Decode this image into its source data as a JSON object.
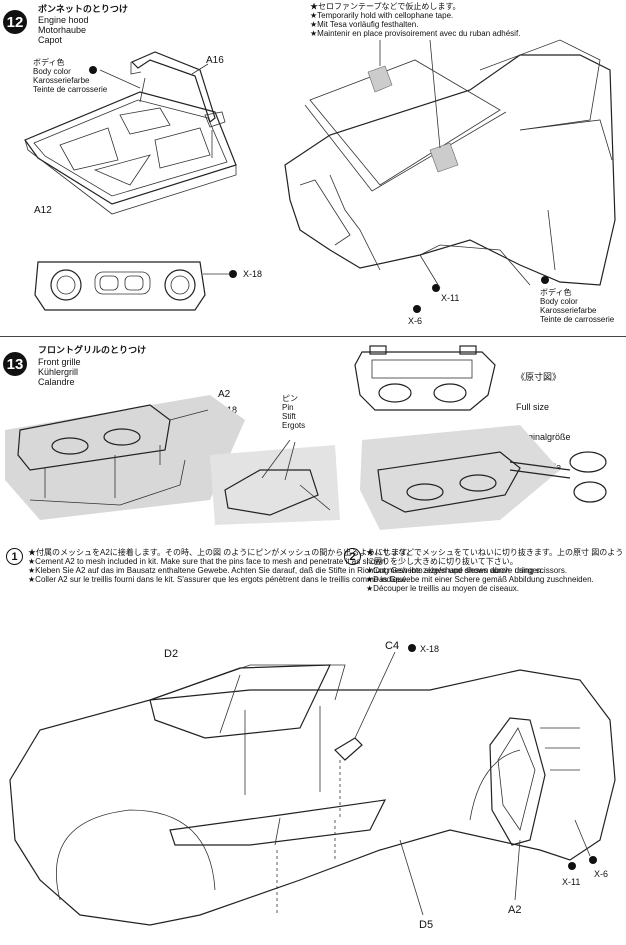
{
  "step12": {
    "number": "12",
    "title_jp": "ボンネットのとりつけ",
    "title_en": "Engine hood",
    "title_de": "Motorhaube",
    "title_fr": "Capot",
    "paint_jp": "ボディ色",
    "paint_en": "Body color",
    "paint_de": "Karosseriefarbe",
    "paint_fr": "Teinte de carrosserie",
    "part_a16": "A16",
    "part_a12": "A12",
    "screw_x18": "X-18",
    "tape_jp": "★セロファンテープなどで仮止めします。",
    "tape_en": "★Temporarily hold with cellophane tape.",
    "tape_de": "★Mit Tesa vorläufig festhalten.",
    "tape_fr": "★Maintenir en place provisoirement avec du ruban adhésif.",
    "screw_x11": "X-11",
    "screw_x6": "X-6",
    "paint2_jp": "ボディ色",
    "paint2_en": "Body color",
    "paint2_de": "Karosseriefarbe",
    "paint2_fr": "Teinte de carrosserie"
  },
  "step13": {
    "number": "13",
    "title_jp": "フロントグリルのとりつけ",
    "title_en": "Front grille",
    "title_de": "Kühlergrill",
    "title_fr": "Calandre",
    "fullsize_jp": "《原寸図》",
    "fullsize_en": "Full size",
    "fullsize_de": "Originalgröße",
    "fullsize_fr": "Taille réelle",
    "part_a2": "A2",
    "screw_x18": "X-18",
    "pin_jp": "ピン",
    "pin_en": "Pin",
    "pin_de": "Stift",
    "pin_fr": "Ergots",
    "sub1_no": "1",
    "sub1_jp": "★付属のメッシュをA2に接着します。その時、上の図\nのようにピンがメッシュの間から出るようにします。",
    "sub1_en": "★Cement A2 to mesh included in kit. Make sure that the pins face to\n  mesh and penetrate it as shown.",
    "sub1_de": "★Kleben Sie A2 auf das im Bausatz enthaltene Gewebe. Achten Sie\n  darauf, daß die Stifte in Richtung Gewebe zeigen und dieses durch-\n  dringen.",
    "sub1_fr": "★Coller A2 sur le treillis fourni dans le kit. S'assurer que les ergots\n  pénètrent dans le treillis comme indiqué.",
    "sub2_no": "2",
    "sub2_jp": "★ハサミなどでメッシュをていねいに切り抜きます。上の原寸\n図のように囲りを少し大きめに切り抜いて下さい。",
    "sub2_en": "★Cut mesh into size/shape shown above using scissors.",
    "sub2_de": "★Das Gewebe mit einer Schere gemäß Abbildung zuschneiden.",
    "sub2_fr": "★Découper le treillis au moyen de ciseaux.",
    "part_d2": "D2",
    "part_c4": "C4",
    "part_d5": "D5",
    "part_a2b": "A2",
    "screw_x18b": "X-18",
    "screw_x11": "X-11",
    "screw_x6": "X-6"
  }
}
